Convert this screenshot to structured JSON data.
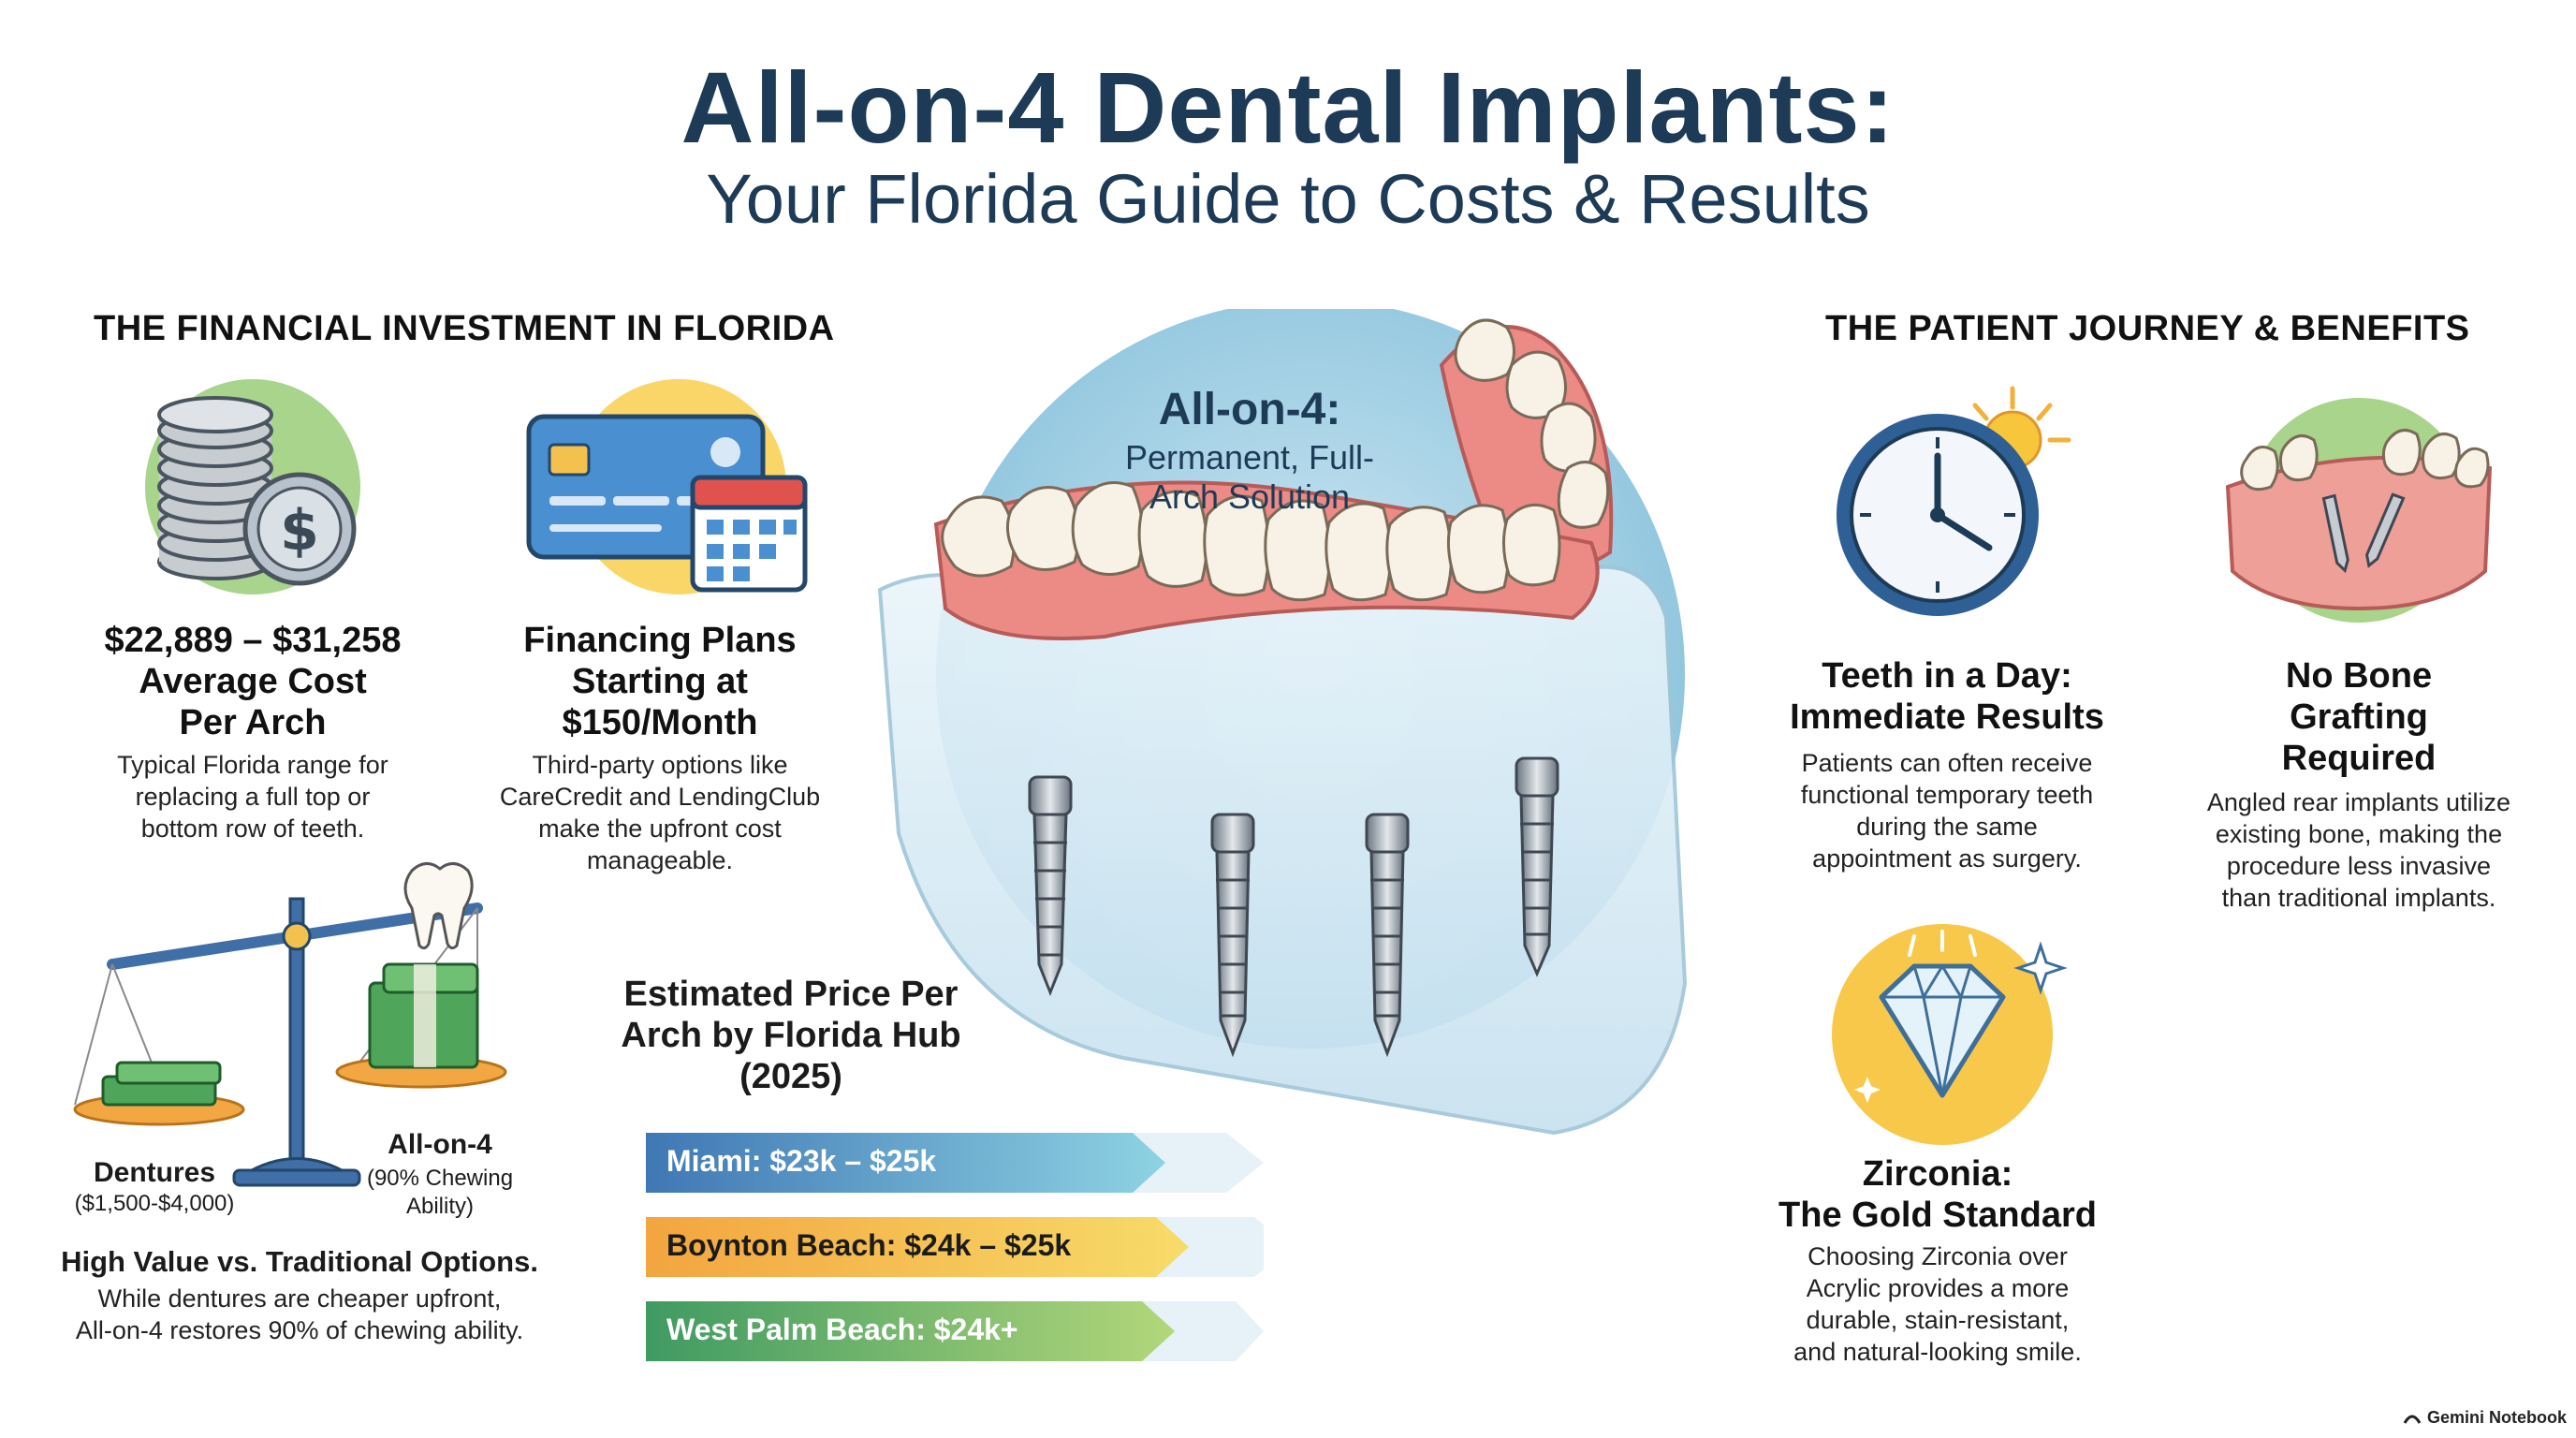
{
  "header": {
    "title": "All-on-4 Dental Implants:",
    "subtitle": "Your Florida Guide to Costs & Results"
  },
  "left_section": {
    "heading": "THE FINANCIAL INVESTMENT IN FLORIDA",
    "cost_card": {
      "headline_line1": "$22,889 – $31,258",
      "headline_line2": "Average Cost",
      "headline_line3": "Per Arch",
      "body_line1": "Typical Florida range for",
      "body_line2": "replacing a full top or",
      "body_line3": "bottom row of teeth."
    },
    "financing_card": {
      "headline_line1": "Financing Plans",
      "headline_line2": "Starting at",
      "headline_line3": "$150/Month",
      "body_line1": "Third-party options like",
      "body_line2": "CareCredit and LendingClub",
      "body_line3": "make the upfront cost",
      "body_line4": "manageable."
    },
    "comparison": {
      "dentures_label": "Dentures",
      "dentures_price": "($1,500-$4,000)",
      "allon4_label": "All-on-4",
      "allon4_note_line1": "(90% Chewing",
      "allon4_note_line2": "Ability)",
      "headline": "High Value vs. Traditional Options.",
      "body_line1": "While dentures are cheaper upfront,",
      "body_line2": "All-on-4 restores 90% of chewing ability."
    }
  },
  "center": {
    "label_line1": "All-on-4:",
    "label_line2": "Permanent, Full-",
    "label_line3": "Arch Solution"
  },
  "price_hub": {
    "title_line1": "Estimated Price Per",
    "title_line2": "Arch by Florida Hub",
    "title_line3": "(2025)",
    "bars": [
      {
        "label": "Miami: $23k – $25k",
        "color_start": "#3f77b4",
        "color_end": "#8ed3e3",
        "text_color": "#ffffff"
      },
      {
        "label": "Boynton Beach: $24k – $25k",
        "color_start": "#f3a53f",
        "color_end": "#f7dc6a",
        "text_color": "#1b1b1b"
      },
      {
        "label": "West Palm Beach: $24k+",
        "color_start": "#3f9a62",
        "color_end": "#b3d77a",
        "text_color": "#ffffff"
      }
    ]
  },
  "right_section": {
    "heading": "THE PATIENT JOURNEY & BENEFITS",
    "day_card": {
      "headline_line1": "Teeth in a Day:",
      "headline_line2": "Immediate Results",
      "body_line1": "Patients can often receive",
      "body_line2": "functional temporary teeth",
      "body_line3": "during the same",
      "body_line4": "appointment as surgery."
    },
    "bone_card": {
      "headline_line1": "No Bone",
      "headline_line2": "Grafting",
      "headline_line3": "Required",
      "body_line1": "Angled rear implants utilize",
      "body_line2": "existing bone, making the",
      "body_line3": "procedure less invasive",
      "body_line4": "than traditional implants."
    },
    "zirconia_card": {
      "headline_line1": "Zirconia:",
      "headline_line2": "The Gold Standard",
      "body_line1": "Choosing Zirconia over",
      "body_line2": "Acrylic provides a more",
      "body_line3": "durable, stain-resistant,",
      "body_line4": "and natural-looking smile."
    }
  },
  "footer": {
    "brand": "Gemini Notebook"
  },
  "colors": {
    "title": "#1d3b57",
    "gum": "#ec8a86",
    "tooth": "#f7f1e6",
    "glass": "#d9ecf6"
  }
}
